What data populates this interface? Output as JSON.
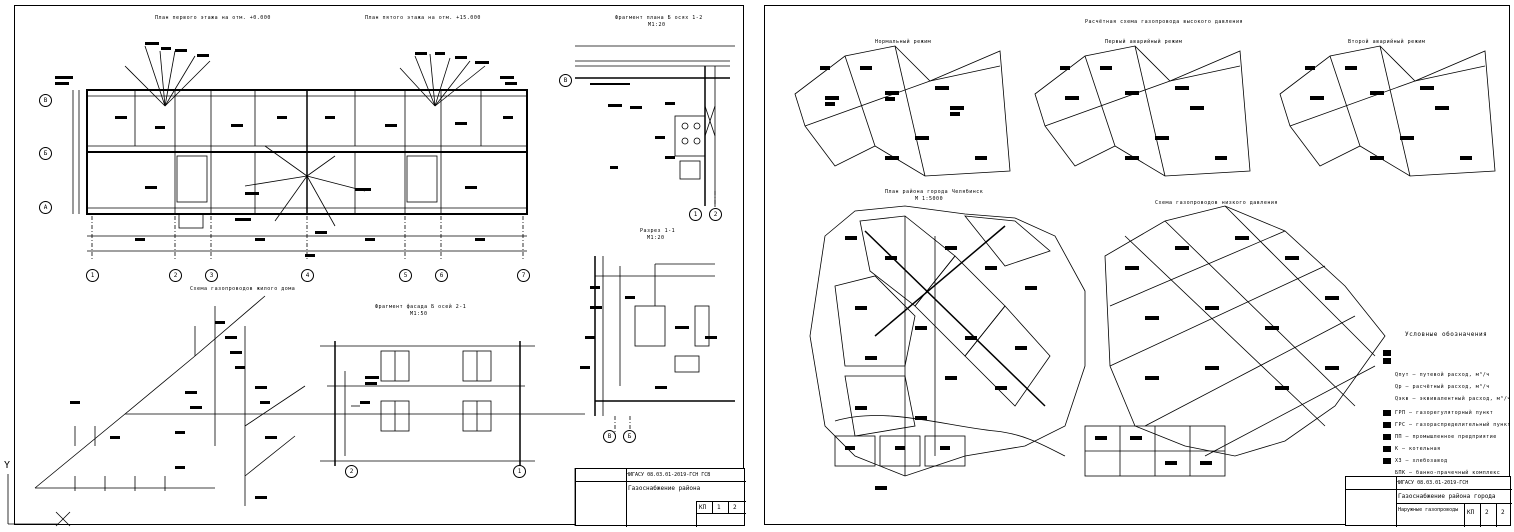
{
  "sheet1": {
    "titles": {
      "plan1": "План первого этажа на отм. +0.000",
      "plan5": "План пятого этажа на отм. +15.000",
      "fragment_plan": "Фрагмент плана Б осях 1-2",
      "fragment_plan_scale": "М1:20",
      "section": "Разрез 1-1",
      "section_scale": "М1:20",
      "scheme": "Схема газопроводов жилого дома",
      "facade": "Фрагмент фасада Б осей 2-1",
      "facade_scale": "М1:50"
    },
    "axes_rows": [
      "В",
      "Б",
      "А"
    ],
    "axes_cols": [
      "1",
      "2",
      "3",
      "4",
      "5",
      "6",
      "7"
    ],
    "frag_axes": [
      "В",
      "1",
      "2"
    ],
    "section_axes": [
      "В",
      "Б"
    ],
    "facade_axes": [
      "2",
      "1"
    ],
    "title_block": {
      "code": "НИГАСУ 08.03.01-2019-ГСН ГСВ",
      "title": "Газоснабжение района",
      "sheet_label": "КП",
      "sheet": "1",
      "sheets": "2"
    }
  },
  "sheet2": {
    "titles": {
      "calc_scheme": "Расчётная схема газопровода высокого давления",
      "normal": "Нормальный режим",
      "emergency1": "Первый аварийный режим",
      "emergency2": "Второй аварийный режим",
      "city_plan": "План района города Челябинск",
      "city_plan_scale": "М 1:5000",
      "low_pressure": "Схема газопроводов низкого давления",
      "legend": "Условные обозначения"
    },
    "legend_items": [
      "Qпут – путевой расход, м³/ч",
      "Qр – расчётный расход, м³/ч",
      "Qэкв – эквивалентный расход, м³/ч",
      "ГРП – газорегуляторный пункт",
      "ГРС – газораспределительный пункт",
      "ПП – промышленное предприятие",
      "К – котельная",
      "ХЗ – хлебозавод",
      "БПК – банно-прачечный комплекс"
    ],
    "title_block": {
      "code": "НИГАСУ 08.03.01-2019-ГСН",
      "title": "Газоснабжение района города",
      "subtitle": "Наружные газопроводы",
      "sheet_label": "КП",
      "sheet": "2",
      "sheets": "2"
    }
  },
  "ucs_label": "Y"
}
